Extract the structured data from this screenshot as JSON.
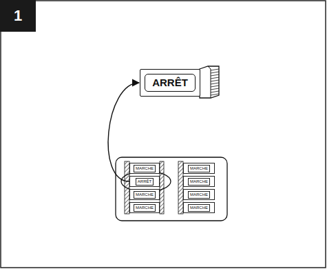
{
  "diagram": {
    "nodes": [
      {
        "text": [
          "ARRÊT"
        ]
      },
      {
        "text": [
          "MARCHE"
        ]
      },
      {
        "text": [
          "ARRÊT"
        ]
      },
      {
        "text": [
          "MARCHE"
        ]
      },
      {
        "text": [
          "MARCHE"
        ]
      },
      {
        "text": [
          "MARCHE"
        ]
      },
      {
        "text": [
          "MARCHE"
        ]
      },
      {
        "text": [
          "MARCHE"
        ]
      },
      {
        "text": [
          "MARCHE"
        ]
      }
    ],
    "edges": [
      {
        "from": 2,
        "to": 0,
        "arrow": "to"
      }
    ],
    "labels": [
      "1"
    ]
  }
}
